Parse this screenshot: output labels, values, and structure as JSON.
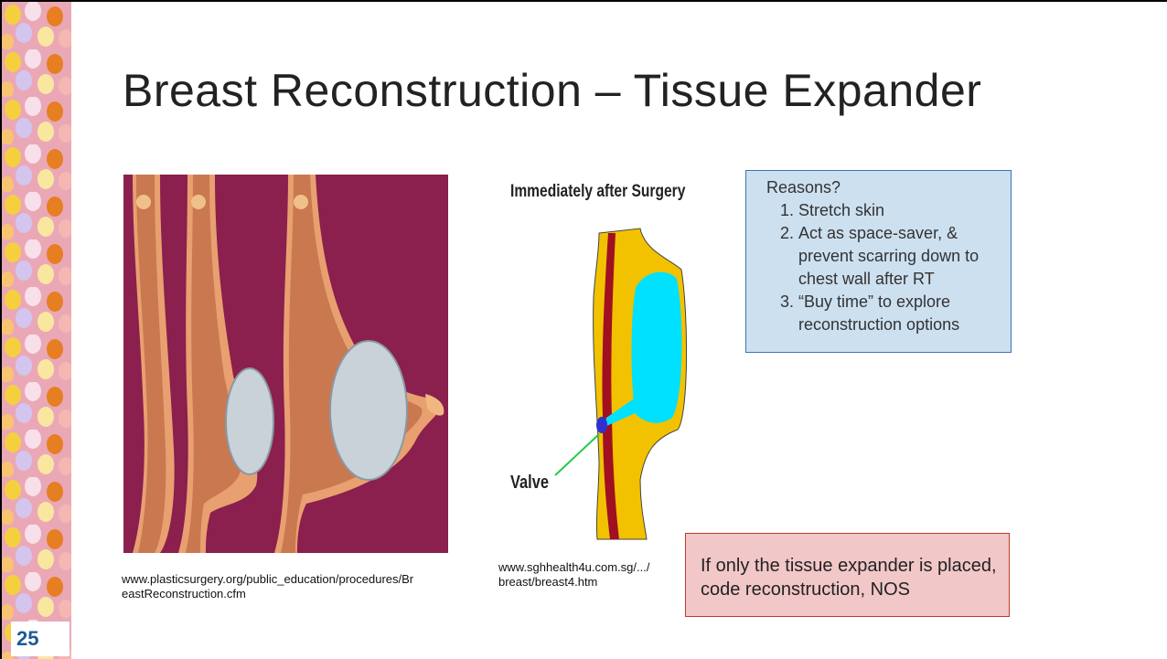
{
  "slide": {
    "title": "Breast Reconstruction – Tissue Expander",
    "number": "25"
  },
  "left_image": {
    "caption": "www.plasticsurgery.org/public_education/procedures/BreastReconstruction.cfm"
  },
  "right_image": {
    "heading": "Immediately after Surgery",
    "valve_label": "Valve",
    "caption": "www.sghhealth4u.com.sg/.../ breast/breast4.htm"
  },
  "reasons_box": {
    "title": "Reasons?",
    "items": [
      "Stretch skin",
      "Act as space-saver, & prevent scarring down to chest wall after RT",
      "“Buy time” to explore reconstruction options"
    ]
  },
  "note_box": {
    "text": "If only the tissue expander is placed, code reconstruction, NOS"
  },
  "colors": {
    "sidebar": "#e8a1b0",
    "slide_number": "#1e5a98",
    "reasons_bg": "#cde0f0",
    "reasons_border": "#3b74b5",
    "note_bg": "#f2c7c8",
    "note_border": "#c0392b"
  }
}
